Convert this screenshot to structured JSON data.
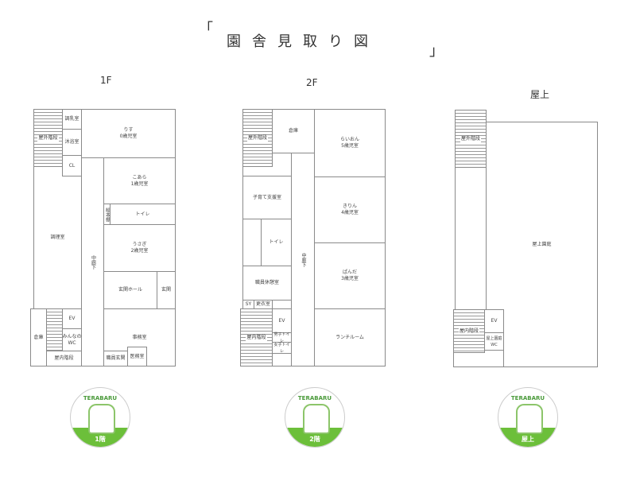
{
  "title": {
    "open": "「",
    "text": "園舎見取り図",
    "close": "」"
  },
  "floors": {
    "f1": {
      "label": "1F",
      "rooms": [
        "屋外階段",
        "調乳室",
        "沐浴室",
        "CL",
        "りす\n0歳児室",
        "こあら\n1歳児室",
        "絵本棚",
        "トイレ",
        "調理室",
        "中廊下",
        "うさぎ\n2歳児室",
        "玄関ホール",
        "玄関",
        "事務室",
        "職員玄関",
        "医務室",
        "倉庫",
        "EV",
        "みんなの\nWC",
        "屋内階段"
      ]
    },
    "f2": {
      "label": "2F",
      "rooms": [
        "屋外階段",
        "倉庫",
        "らいおん\n5歳児室",
        "きりん\n4歳児室",
        "ぱんだ\n3歳児室",
        "ランチルーム",
        "子育て支援室",
        "トイレ",
        "中廊下",
        "職員休憩室",
        "SY",
        "更衣室",
        "屋内階段",
        "EV",
        "男子トイレ",
        "女子トイレ"
      ]
    },
    "roof": {
      "label": "屋上",
      "rooms": [
        "屋外階段",
        "屋上園庭",
        "屋内階段",
        "EV",
        "屋上園庭\nWC"
      ]
    }
  },
  "logos": [
    {
      "brand": "TERABARU",
      "floor": "1階"
    },
    {
      "brand": "TERABARU",
      "floor": "2階"
    },
    {
      "brand": "TERABARU",
      "floor": "屋上"
    }
  ]
}
